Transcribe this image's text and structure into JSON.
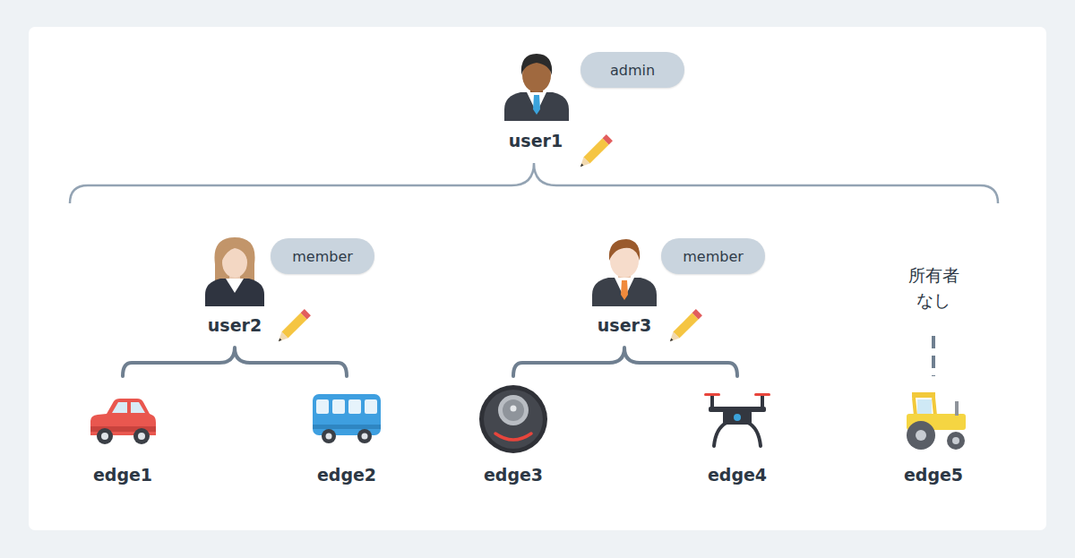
{
  "diagram": {
    "nodes": [
      {
        "text": [
          "admin"
        ]
      },
      {
        "text": [
          "member"
        ]
      },
      {
        "text": [
          "member"
        ]
      }
    ],
    "labels": [
      "user1",
      "user2",
      "user3",
      "所有者 なし",
      "edge1",
      "edge2",
      "edge3",
      "edge4",
      "edge5"
    ]
  }
}
